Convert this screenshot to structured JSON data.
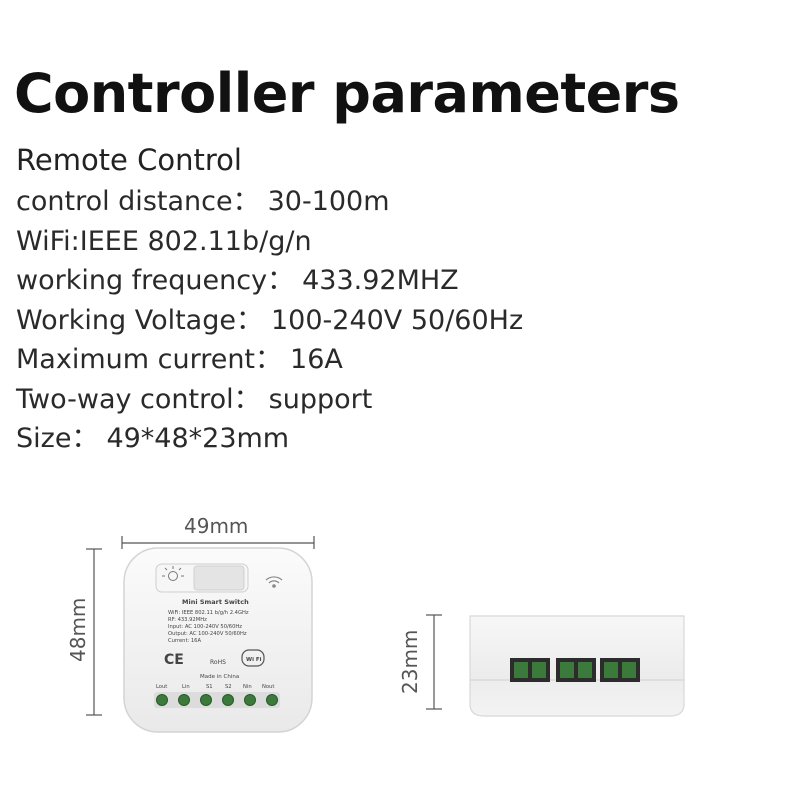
{
  "title": "Controller parameters",
  "subtitle": "Remote Control",
  "specs": [
    {
      "label": "control distance",
      "sep": "：",
      "value": "30-100m"
    },
    {
      "label": "WiFi:IEEE 802.11b/g/n",
      "sep": "",
      "value": ""
    },
    {
      "label": "working frequency",
      "sep": "：",
      "value": "433.92MHZ"
    },
    {
      "label": "Working Voltage",
      "sep": "：",
      "value": "100-240V 50/60Hz"
    },
    {
      "label": "Maximum current",
      "sep": "：",
      "value": "16A"
    },
    {
      "label": "Two-way control",
      "sep": "：",
      "value": "support"
    },
    {
      "label": "Size",
      "sep": "：",
      "value": "49*48*23mm"
    }
  ],
  "dimensions": {
    "width": "49mm",
    "height": "48mm",
    "depth": "23mm"
  },
  "device_label": {
    "name": "Mini Smart Switch",
    "line1": "WiFi: IEEE 802.11 b/g/h 2.4GHz",
    "line2": "RF: 433.92MHz",
    "line3": "Input: AC 100-240V 50/60Hz",
    "line4": "Output: AC 100-240V 50/60Hz",
    "line5": "Current: 16A",
    "ce": "CE",
    "rohs": "RoHS",
    "wifi_badge": "Wi Fi",
    "made_in": "Made in China",
    "terminals": [
      "Lout",
      "Lin",
      "S1",
      "S2",
      "Nin",
      "Nout"
    ]
  },
  "colors": {
    "terminal_green": "#3b7a3b",
    "device_white": "#f4f4f4",
    "dimension_line": "#555555"
  }
}
